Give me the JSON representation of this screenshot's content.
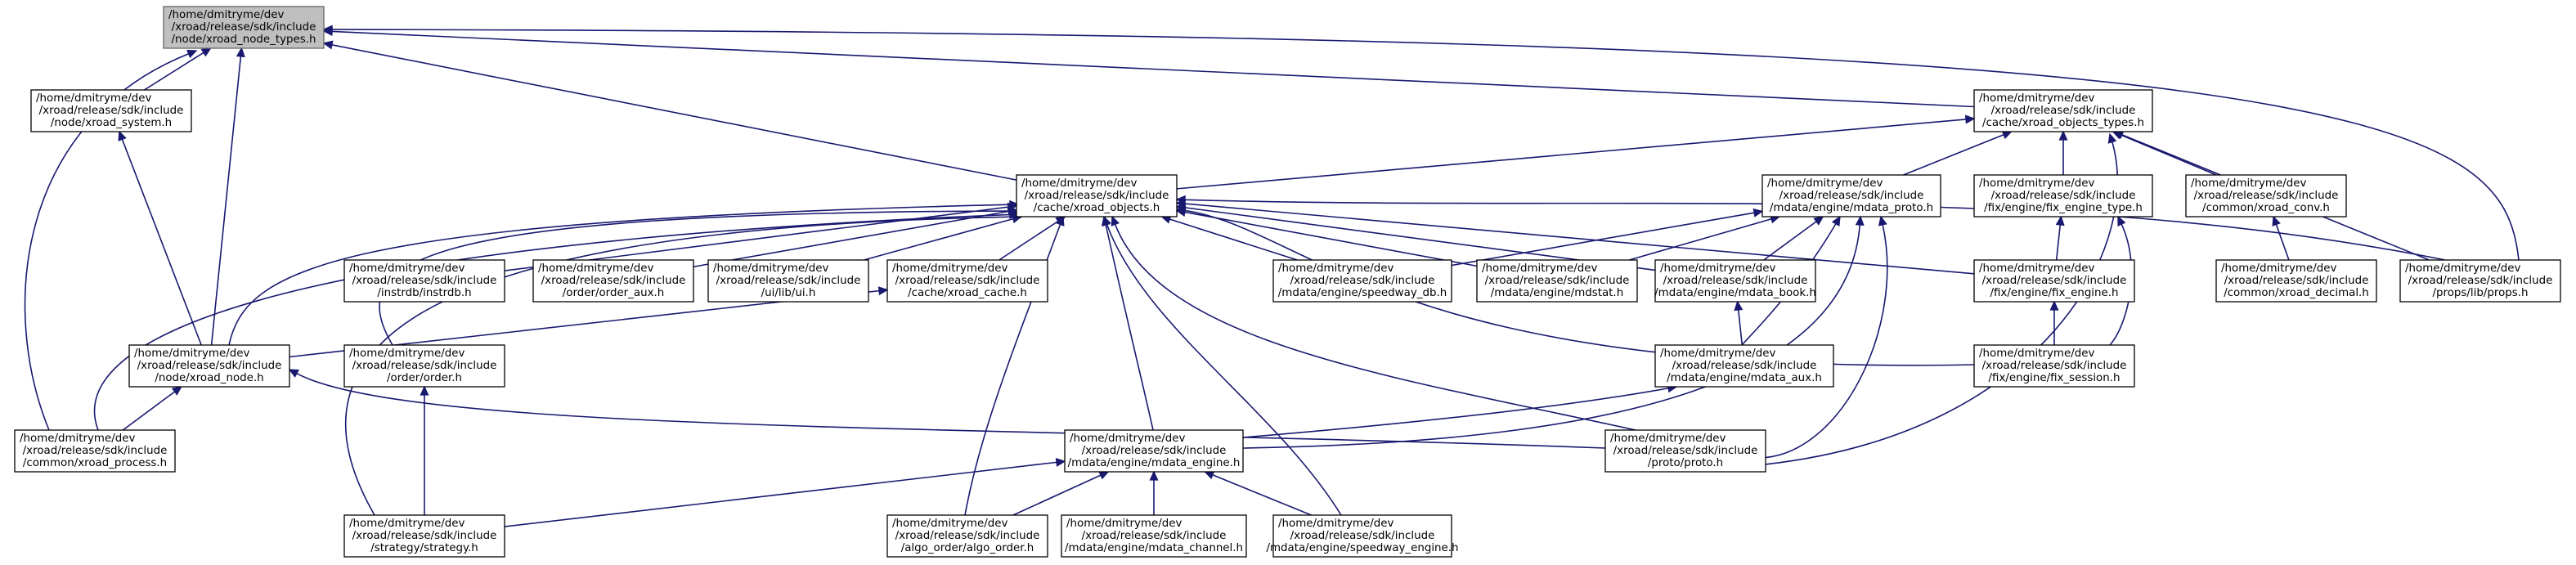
{
  "graph": {
    "edge_color": "#191970",
    "root_fill": "#bfbfbf",
    "nodes": [
      {
        "id": "node_types",
        "root": true,
        "lines": [
          "/home/dmitryme/dev",
          "/xroad/release/sdk/include",
          "/node/xroad_node_types.h"
        ]
      },
      {
        "id": "xroad_system",
        "lines": [
          "/home/dmitryme/dev",
          "/xroad/release/sdk/include",
          "/node/xroad_system.h"
        ]
      },
      {
        "id": "objects_types",
        "lines": [
          "/home/dmitryme/dev",
          "/xroad/release/sdk/include",
          "/cache/xroad_objects_types.h"
        ]
      },
      {
        "id": "xroad_objects",
        "lines": [
          "/home/dmitryme/dev",
          "/xroad/release/sdk/include",
          "/cache/xroad_objects.h"
        ]
      },
      {
        "id": "mdata_proto",
        "lines": [
          "/home/dmitryme/dev",
          "/xroad/release/sdk/include",
          "/mdata/engine/mdata_proto.h"
        ]
      },
      {
        "id": "fix_engine_type",
        "lines": [
          "/home/dmitryme/dev",
          "/xroad/release/sdk/include",
          "/fix/engine/fix_engine_type.h"
        ]
      },
      {
        "id": "xroad_conv",
        "lines": [
          "/home/dmitryme/dev",
          "/xroad/release/sdk/include",
          "/common/xroad_conv.h"
        ]
      },
      {
        "id": "instrdb",
        "lines": [
          "/home/dmitryme/dev",
          "/xroad/release/sdk/include",
          "/instrdb/instrdb.h"
        ]
      },
      {
        "id": "order_aux",
        "lines": [
          "/home/dmitryme/dev",
          "/xroad/release/sdk/include",
          "/order/order_aux.h"
        ]
      },
      {
        "id": "ui",
        "lines": [
          "/home/dmitryme/dev",
          "/xroad/release/sdk/include",
          "/ui/lib/ui.h"
        ]
      },
      {
        "id": "xroad_cache",
        "lines": [
          "/home/dmitryme/dev",
          "/xroad/release/sdk/include",
          "/cache/xroad_cache.h"
        ]
      },
      {
        "id": "speedway_db",
        "lines": [
          "/home/dmitryme/dev",
          "/xroad/release/sdk/include",
          "/mdata/engine/speedway_db.h"
        ]
      },
      {
        "id": "mdstat",
        "lines": [
          "/home/dmitryme/dev",
          "/xroad/release/sdk/include",
          "/mdata/engine/mdstat.h"
        ]
      },
      {
        "id": "mdata_book",
        "lines": [
          "/home/dmitryme/dev",
          "/xroad/release/sdk/include",
          "/mdata/engine/mdata_book.h"
        ]
      },
      {
        "id": "fix_engine",
        "lines": [
          "/home/dmitryme/dev",
          "/xroad/release/sdk/include",
          "/fix/engine/fix_engine.h"
        ]
      },
      {
        "id": "xroad_decimal",
        "lines": [
          "/home/dmitryme/dev",
          "/xroad/release/sdk/include",
          "/common/xroad_decimal.h"
        ]
      },
      {
        "id": "props",
        "lines": [
          "/home/dmitryme/dev",
          "/xroad/release/sdk/include",
          "/props/lib/props.h"
        ]
      },
      {
        "id": "xroad_node",
        "lines": [
          "/home/dmitryme/dev",
          "/xroad/release/sdk/include",
          "/node/xroad_node.h"
        ]
      },
      {
        "id": "order",
        "lines": [
          "/home/dmitryme/dev",
          "/xroad/release/sdk/include",
          "/order/order.h"
        ]
      },
      {
        "id": "mdata_aux",
        "lines": [
          "/home/dmitryme/dev",
          "/xroad/release/sdk/include",
          "/mdata/engine/mdata_aux.h"
        ]
      },
      {
        "id": "fix_session",
        "lines": [
          "/home/dmitryme/dev",
          "/xroad/release/sdk/include",
          "/fix/engine/fix_session.h"
        ]
      },
      {
        "id": "xroad_process",
        "lines": [
          "/home/dmitryme/dev",
          "/xroad/release/sdk/include",
          "/common/xroad_process.h"
        ]
      },
      {
        "id": "mdata_engine",
        "lines": [
          "/home/dmitryme/dev",
          "/xroad/release/sdk/include",
          "/mdata/engine/mdata_engine.h"
        ]
      },
      {
        "id": "proto",
        "lines": [
          "/home/dmitryme/dev",
          "/xroad/release/sdk/include",
          "/proto/proto.h"
        ]
      },
      {
        "id": "strategy",
        "lines": [
          "/home/dmitryme/dev",
          "/xroad/release/sdk/include",
          "/strategy/strategy.h"
        ]
      },
      {
        "id": "algo_order",
        "lines": [
          "/home/dmitryme/dev",
          "/xroad/release/sdk/include",
          "/algo_order/algo_order.h"
        ]
      },
      {
        "id": "mdata_channel",
        "lines": [
          "/home/dmitryme/dev",
          "/xroad/release/sdk/include",
          "/mdata/engine/mdata_channel.h"
        ]
      },
      {
        "id": "speedway_engine",
        "lines": [
          "/home/dmitryme/dev",
          "/xroad/release/sdk/include",
          "/mdata/engine/speedway_engine.h"
        ]
      }
    ],
    "edges": [
      [
        "node_types",
        "xroad_system"
      ],
      [
        "node_types",
        "xroad_process"
      ],
      [
        "node_types",
        "xroad_node"
      ],
      [
        "node_types",
        "xroad_objects"
      ],
      [
        "node_types",
        "objects_types"
      ],
      [
        "node_types",
        "props"
      ],
      [
        "xroad_system",
        "xroad_node"
      ],
      [
        "objects_types",
        "xroad_objects"
      ],
      [
        "objects_types",
        "mdata_proto"
      ],
      [
        "objects_types",
        "fix_engine_type"
      ],
      [
        "objects_types",
        "xroad_conv"
      ],
      [
        "objects_types",
        "props"
      ],
      [
        "objects_types",
        "proto"
      ],
      [
        "xroad_objects",
        "xroad_process"
      ],
      [
        "xroad_objects",
        "xroad_node"
      ],
      [
        "xroad_objects",
        "order"
      ],
      [
        "xroad_objects",
        "strategy"
      ],
      [
        "xroad_objects",
        "instrdb"
      ],
      [
        "xroad_objects",
        "order_aux"
      ],
      [
        "xroad_objects",
        "ui"
      ],
      [
        "xroad_objects",
        "xroad_cache"
      ],
      [
        "xroad_objects",
        "algo_order"
      ],
      [
        "xroad_objects",
        "mdata_engine"
      ],
      [
        "xroad_objects",
        "speedway_engine"
      ],
      [
        "xroad_objects",
        "proto"
      ],
      [
        "xroad_objects",
        "speedway_db"
      ],
      [
        "xroad_objects",
        "mdstat"
      ],
      [
        "xroad_objects",
        "mdata_book"
      ],
      [
        "xroad_objects",
        "fix_engine"
      ],
      [
        "xroad_objects",
        "fix_session"
      ],
      [
        "xroad_objects",
        "props"
      ],
      [
        "mdata_proto",
        "speedway_db"
      ],
      [
        "mdata_proto",
        "mdstat"
      ],
      [
        "mdata_proto",
        "mdata_book"
      ],
      [
        "mdata_proto",
        "mdata_aux"
      ],
      [
        "mdata_proto",
        "mdata_engine"
      ],
      [
        "mdata_proto",
        "proto"
      ],
      [
        "fix_engine_type",
        "fix_engine"
      ],
      [
        "fix_engine_type",
        "fix_session"
      ],
      [
        "xroad_conv",
        "xroad_decimal"
      ],
      [
        "xroad_cache",
        "xroad_node"
      ],
      [
        "mdata_book",
        "mdata_aux"
      ],
      [
        "fix_engine",
        "fix_session"
      ],
      [
        "xroad_node",
        "xroad_process"
      ],
      [
        "xroad_node",
        "proto"
      ],
      [
        "order",
        "strategy"
      ],
      [
        "mdata_aux",
        "mdata_engine"
      ],
      [
        "mdata_engine",
        "strategy"
      ],
      [
        "mdata_engine",
        "algo_order"
      ],
      [
        "mdata_engine",
        "mdata_channel"
      ],
      [
        "mdata_engine",
        "speedway_engine"
      ]
    ]
  }
}
